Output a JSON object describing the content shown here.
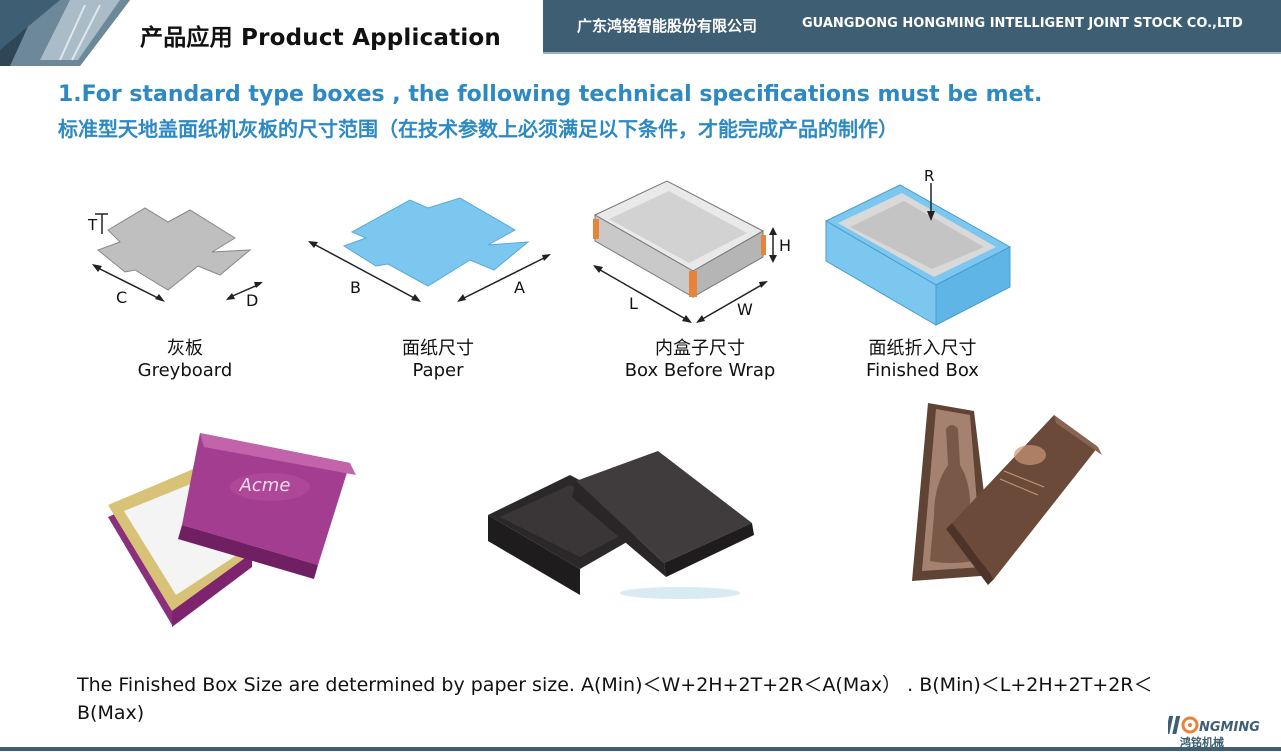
{
  "header": {
    "title": "产品应用 Product Application",
    "company_cn": "广东鸿铭智能股份有限公司",
    "company_en": "GUANGDONG HONGMING INTELLIGENT JOINT STOCK CO.,LTD"
  },
  "heading": {
    "en": "1.For standard type boxes , the following technical specifications must be met.",
    "cn": "标准型天地盖面纸机灰板的尺寸范围（在技术参数上必须满足以下条件，才能完成产品的制作）"
  },
  "diagrams": [
    {
      "cn": "灰板",
      "en": "Greyboard",
      "dims": [
        "T",
        "C",
        "D"
      ]
    },
    {
      "cn": "面纸尺寸",
      "en": "Paper",
      "dims": [
        "B",
        "A"
      ]
    },
    {
      "cn": "内盒子尺寸",
      "en": "Box Before Wrap",
      "dims": [
        "H",
        "L",
        "W"
      ]
    },
    {
      "cn": "面纸折入尺寸",
      "en": "Finished Box",
      "dims": [
        "R"
      ]
    }
  ],
  "photos": [
    "purple-acme-box",
    "black-box",
    "brown-wine-box"
  ],
  "photo_text": {
    "brand": "Acme"
  },
  "footer": {
    "text": "The Finished Box Size are determined by paper size. A(Min)＜W+2H+2T+2R＜A(Max） . B(Min)＜L+2H+2T+2R＜B(Max)"
  },
  "logo": {
    "text": "NGMING",
    "text_cn": "鸿铭机械"
  },
  "colors": {
    "header_bar": "#3e5f73",
    "heading": "#2d89c4",
    "paper_blue": "#7cc7f0",
    "greyboard": "#bfbfbf",
    "corner_tape": "#e8833a"
  }
}
